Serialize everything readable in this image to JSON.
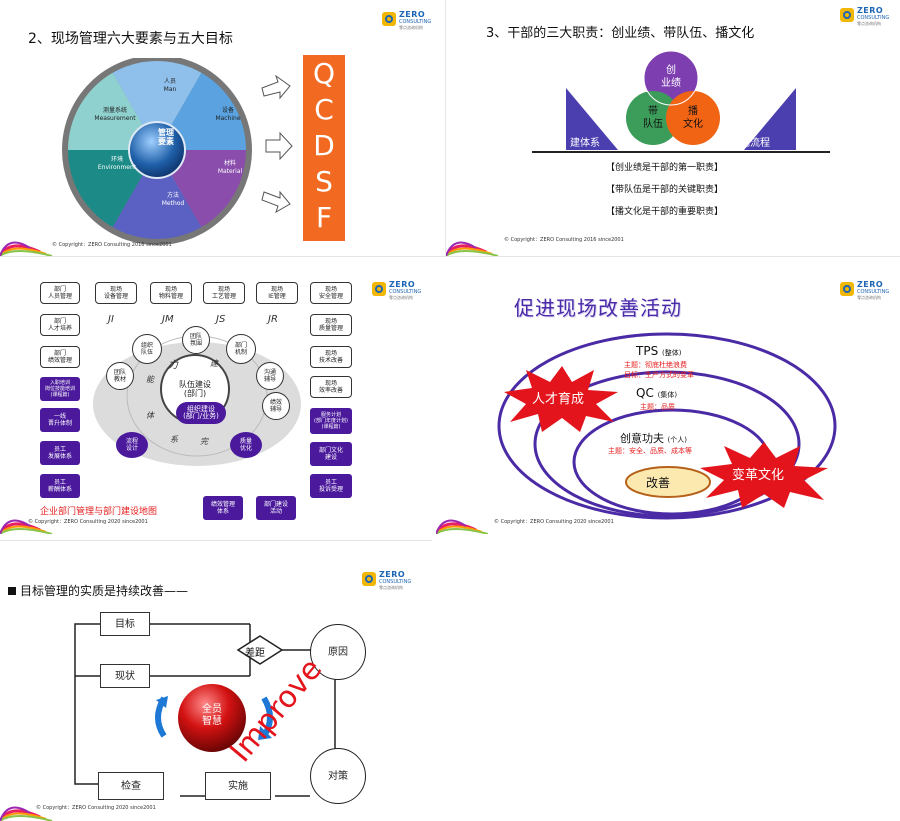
{
  "logo": {
    "name": "ZERO",
    "sub": "CONSULTING",
    "cn": "零点咨询机构"
  },
  "slide1": {
    "title": "2、现场管理六大要素与五大目标",
    "center": "管理\n要素",
    "segments": [
      {
        "cn": "人员",
        "en": "Man"
      },
      {
        "cn": "设备",
        "en": "Machine"
      },
      {
        "cn": "材料",
        "en": "Material"
      },
      {
        "cn": "方法",
        "en": "Method"
      },
      {
        "cn": "环境",
        "en": "Environment"
      },
      {
        "cn": "测量系统",
        "en": "Measurement"
      }
    ],
    "goals": [
      "Q",
      "C",
      "D",
      "S",
      "F"
    ],
    "copyright": "© Copyright：ZERO Consulting 2016 since2001",
    "colors": {
      "goal_bg": "#f26a22",
      "center": "#1f5fa8"
    }
  },
  "slide2": {
    "title": "3、干部的三大职责：创业绩、带队伍、播文化",
    "circles": [
      "创\n业绩",
      "带\n队伍",
      "播\n文化"
    ],
    "left_label": "建体系",
    "right_label": "优流程",
    "lines": [
      "【创业绩是干部的第一职责】",
      "【带队伍是干部的关键职责】",
      "【播文化是干部的重要职责】"
    ],
    "copyright": "© Copyright：ZERO Consulting 2016 since2001",
    "colors": {
      "purple": "#7d3fb0",
      "green": "#3c9c5a",
      "orange": "#f06414",
      "wedge": "#4b3fb0"
    }
  },
  "slide3": {
    "left_col": [
      "部门\n人员管理",
      "部门\n人才培养",
      "部门\n绩效管理"
    ],
    "left_purple": [
      "入职培训\n岗位技能培训\n(课程篇)",
      "一线\n晋升体制",
      "员工\n发展体系",
      "员工\n薪酬体系"
    ],
    "top_row": [
      "现场\n设备管理",
      "现场\n物料管理",
      "现场\n工艺管理",
      "现场\nIE管理"
    ],
    "right_col": [
      "现场\n安全管理",
      "现场\n质量管理",
      "现场\n技术改善",
      "现场\n效率改善"
    ],
    "right_purple": [
      "服务计划\n(部门年度计划)\n(课程篇)",
      "部门文化\n建设",
      "员工\n投诉受理"
    ],
    "bottom_purple": [
      "绩效管理\n体系",
      "部门建设\n活动"
    ],
    "codes": [
      "JI",
      "JM",
      "JS",
      "JR"
    ],
    "small_circles": [
      "团队\n氛围",
      "组织\n队伍",
      "部门\n机制",
      "团队\n教材",
      "沟通\n辅导",
      "绩效\n辅导"
    ],
    "center_top": "队伍建设\n(部门)",
    "center_bottom": "组织建设\n(部门/业务)",
    "purple_circles": [
      "流程\n设计",
      "质量\n优化"
    ],
    "arc_chars": [
      "力",
      "能",
      "建",
      "体",
      "系",
      "完"
    ],
    "footer_label": "企业部门管理与部门建设地图",
    "copyright": "© Copyright：ZERO Consulting 2020 since2001"
  },
  "slide4": {
    "title": "促进现场改善活动",
    "tps": "TPS",
    "tps_note": "(整体)",
    "tps_l1": "主题：彻底杜绝浪费",
    "tps_l2": "目标：生产方式的变革",
    "qc": "QC",
    "qc_note": "(集体)",
    "qc_l1": "主题：品质",
    "cy": "创意功夫",
    "cy_note": "(个人)",
    "cy_l1": "主题：安全、品质、成本等",
    "center": "改善",
    "burst_left": "人才育成",
    "burst_right": "变革文化",
    "copyright": "© Copyright：ZERO Consulting 2020 since2001"
  },
  "slide5": {
    "title": "目标管理的实质是持续改善——",
    "nodes": {
      "target": "目标",
      "current": "现状",
      "gap": "差距",
      "cause": "原因",
      "check": "检查",
      "execute": "实施",
      "measure": "对策",
      "center": "全员\n智慧"
    },
    "improve": "Improve",
    "copyright": "© Copyright：ZERO Consulting 2020 since2001"
  }
}
